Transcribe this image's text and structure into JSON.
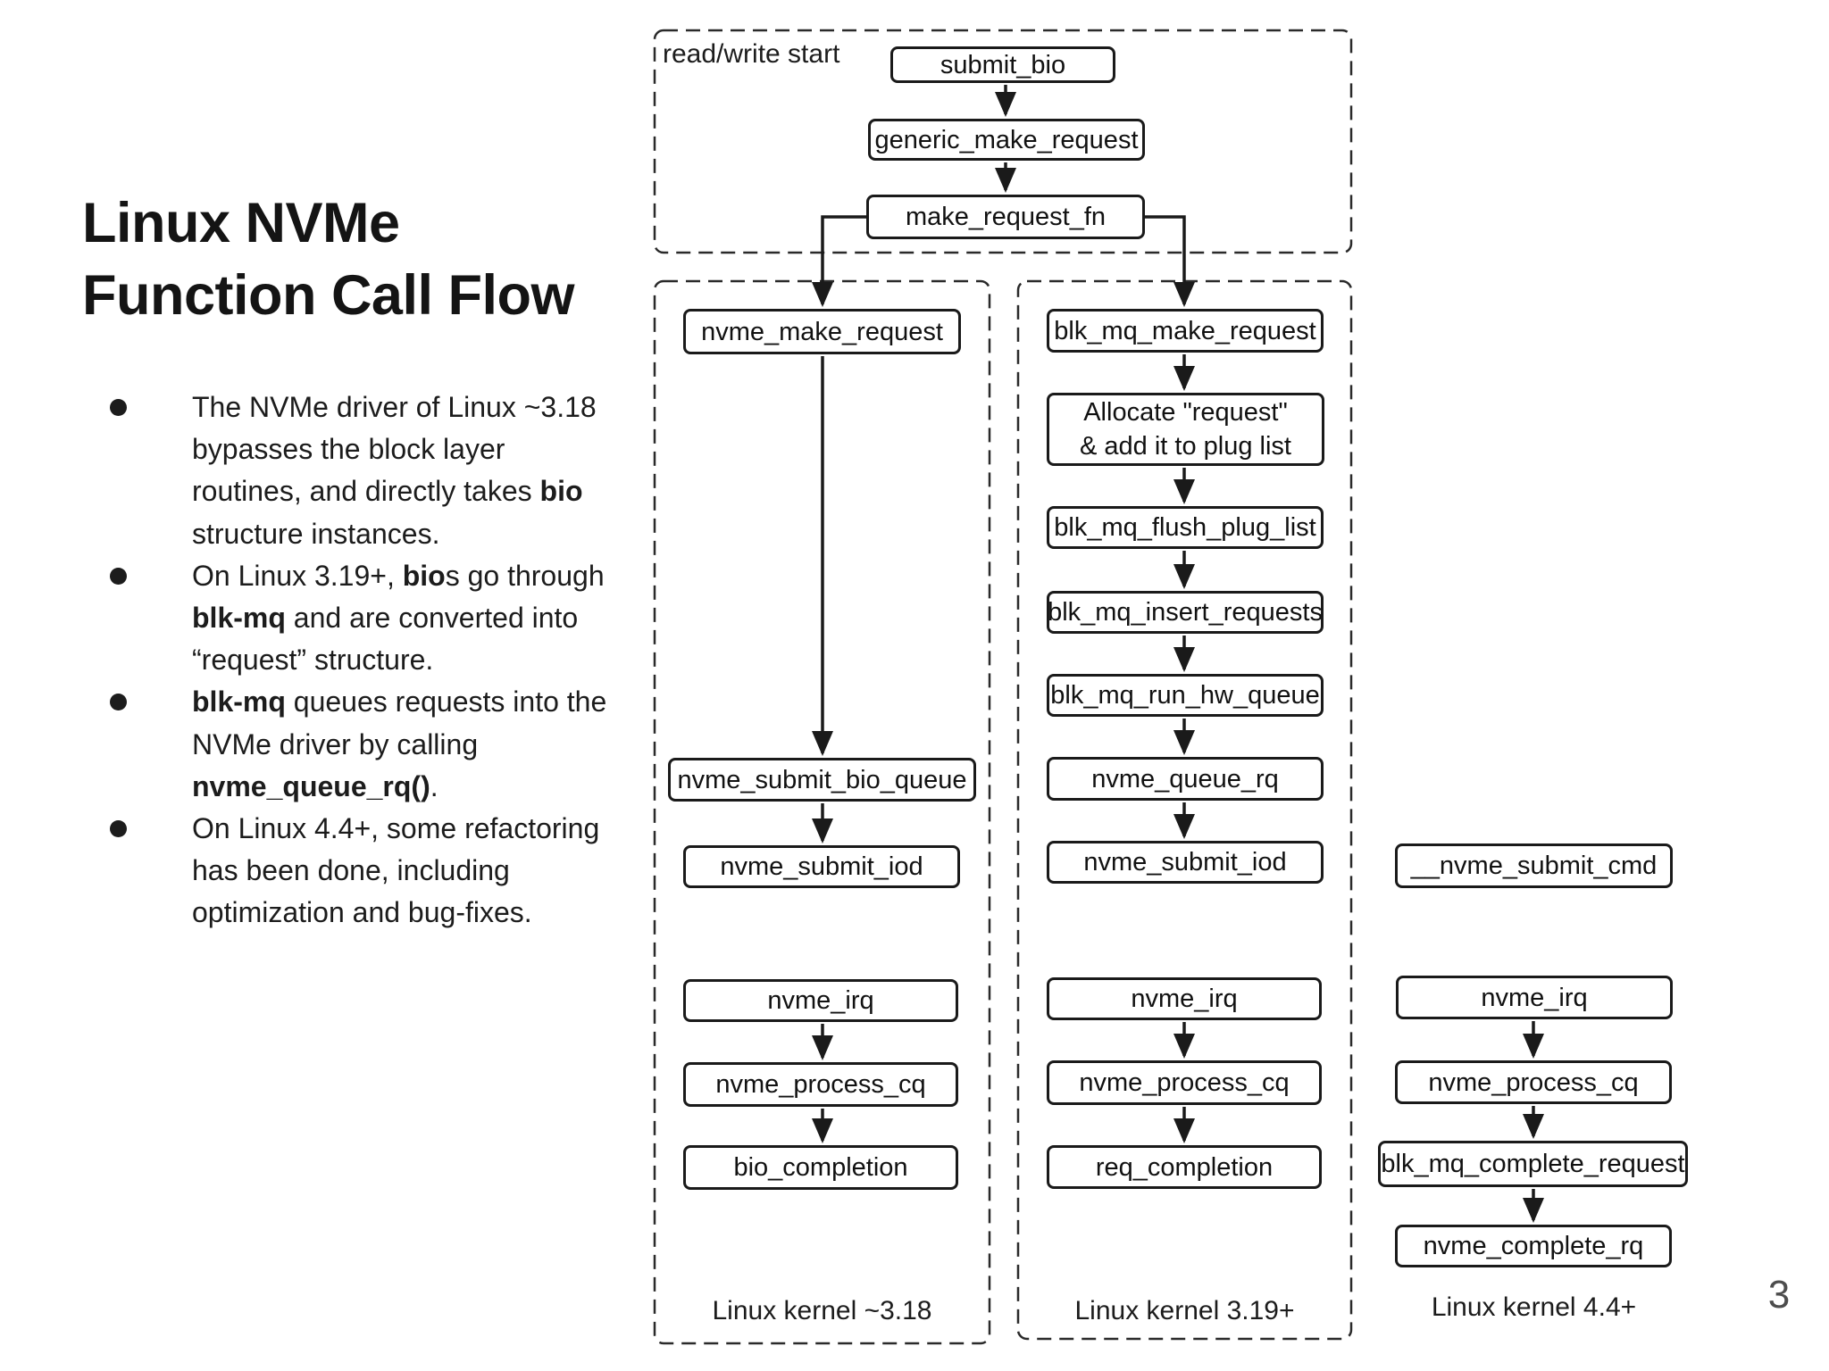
{
  "slide": {
    "title": {
      "line1": "Linux NVMe",
      "line2": "Function Call Flow"
    },
    "bullets": [
      {
        "segments": [
          "The NVMe driver of Linux ~3.18 bypasses the  block layer routines, and directly takes ",
          "bio",
          " structure instances."
        ]
      },
      {
        "segments": [
          "On Linux 3.19+, ",
          "bio",
          "s go through ",
          "blk-mq",
          " and are converted into “request” structure."
        ]
      },
      {
        "segments": [
          "blk-mq",
          " queues requests into the NVMe driver by calling ",
          "nvme_queue_rq()",
          "."
        ]
      },
      {
        "segments": [
          "On Linux 4.4+, some refactoring has been done, including optimization and bug-fixes."
        ]
      }
    ],
    "page_number": "3"
  },
  "diagram": {
    "start_group": {
      "label": "read/write start",
      "nodes": [
        "submit_bio",
        "generic_make_request",
        "make_request_fn"
      ]
    },
    "columns": [
      {
        "label": "Linux kernel ~3.18",
        "nodes": [
          "nvme_make_request",
          "nvme_submit_bio_queue",
          "nvme_submit_iod",
          "nvme_irq",
          "nvme_process_cq",
          "bio_completion"
        ]
      },
      {
        "label": "Linux kernel 3.19+",
        "nodes": [
          "blk_mq_make_request",
          "Allocate \"request\"\n& add it to plug list",
          "blk_mq_flush_plug_list",
          "blk_mq_insert_requests",
          "blk_mq_run_hw_queue",
          "nvme_queue_rq",
          "nvme_submit_iod",
          "nvme_irq",
          "nvme_process_cq",
          "req_completion"
        ]
      },
      {
        "label": "Linux kernel 4.4+",
        "nodes": [
          "__nvme_submit_cmd",
          "nvme_irq",
          "nvme_process_cq",
          "blk_mq_complete_request",
          "nvme_complete_rq"
        ]
      }
    ]
  },
  "colors": {
    "background": "#ffffff",
    "stroke": "#1a1a1a",
    "text": "#1c1c1c",
    "page_number": "#4d4d4d"
  }
}
